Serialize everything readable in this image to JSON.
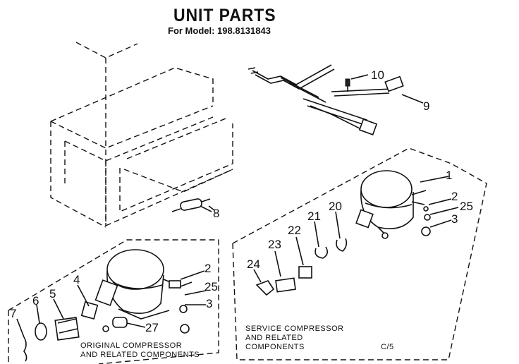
{
  "header": {
    "title": "UNIT PARTS",
    "model_line": "For Model: 198.8131843"
  },
  "callouts": {
    "c1": "1",
    "c2a": "2",
    "c2b": "2",
    "c3a": "3",
    "c3b": "3",
    "c4": "4",
    "c5": "5",
    "c6": "6",
    "c7": "7",
    "c8": "8",
    "c9": "9",
    "c10": "10",
    "c20": "20",
    "c21": "21",
    "c22": "22",
    "c23": "23",
    "c24": "24",
    "c25a": "25",
    "c25b": "25",
    "c27": "27"
  },
  "captions": {
    "original": "ORIGINAL COMPRESSOR\nAND RELATED COMPONENTS",
    "service": "SERVICE COMPRESSOR\nAND RELATED\nCOMPONENTS",
    "code": "C/5"
  }
}
